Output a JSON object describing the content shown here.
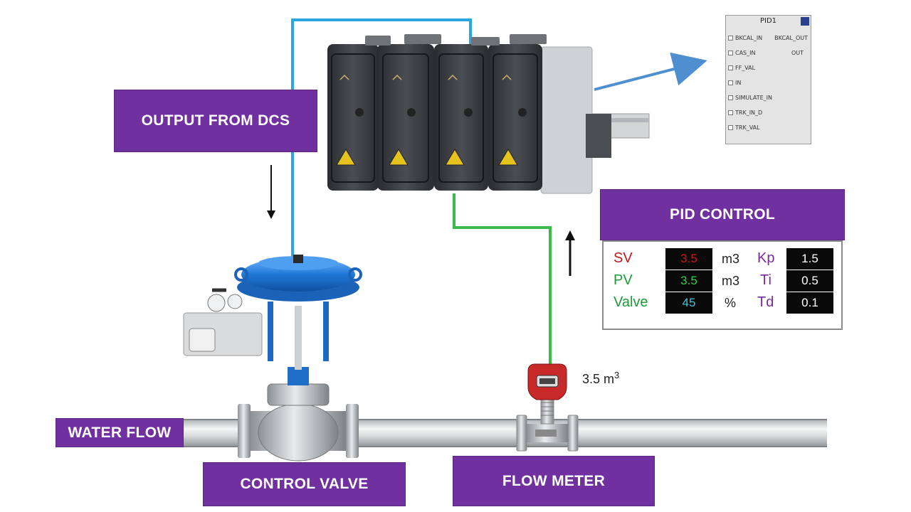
{
  "labels": {
    "output_from_dcs": "OUTPUT FROM DCS",
    "pid_control": "PID CONTROL",
    "water_flow": "WATER FLOW",
    "control_valve": "CONTROL VALVE",
    "flow_meter": "FLOW METER"
  },
  "flow_reading": "3.5 m",
  "flow_reading_exp": "3",
  "pid_panel": {
    "rows": [
      {
        "label": "SV",
        "value": "3.5",
        "unit": "m3",
        "param": "Kp",
        "param_value": "1.5",
        "label_color": "#c0181e",
        "value_color": "#d01818"
      },
      {
        "label": "PV",
        "value": "3.5",
        "unit": "m3",
        "param": "Ti",
        "param_value": "0.5",
        "label_color": "#1a9b35",
        "value_color": "#2fd04a"
      },
      {
        "label": "Valve",
        "value": "45",
        "unit": "%",
        "param": "Td",
        "param_value": "0.1",
        "label_color": "#1a9b35",
        "value_color": "#3fc6d8"
      }
    ],
    "param_color": "#7b2a9e"
  },
  "function_block": {
    "title": "PID1",
    "pins_left": [
      "BKCAL_IN",
      "CAS_IN",
      "FF_VAL",
      "IN",
      "SIMULATE_IN",
      "TRK_IN_D",
      "TRK_VAL"
    ],
    "pins_right": [
      "BKCAL_OUT",
      "OUT"
    ]
  },
  "colors": {
    "label_bg": "#7030a0",
    "output_line": "#29a8df",
    "feedback_line": "#3cb94a",
    "arrow_to_block": "#4f8fcf"
  },
  "icons": [
    "dcs-controller-icon",
    "control-valve-icon",
    "flow-meter-icon",
    "pipe-icon"
  ]
}
